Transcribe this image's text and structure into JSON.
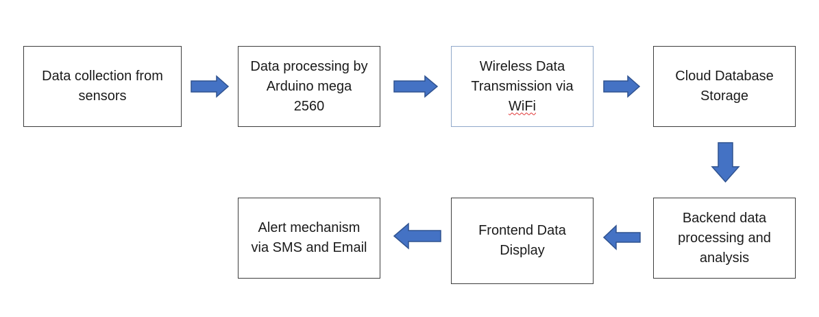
{
  "colors": {
    "arrow_fill": "#4472c4",
    "arrow_stroke": "#2f528f",
    "box_border": "#3b3b3b",
    "text": "#1a1a1a",
    "spellcheck_underline": "#e03030"
  },
  "nodes": {
    "sensors": {
      "label": "Data collection from\nsensors"
    },
    "arduino": {
      "label": "Data processing by\nArduino mega\n2560"
    },
    "wireless": {
      "label_before": "Wireless Data\nTransmission via\n",
      "label_flagged": "WiFi"
    },
    "cloud": {
      "label": "Cloud Database\nStorage"
    },
    "backend": {
      "label": "Backend data\nprocessing and\nanalysis"
    },
    "frontend": {
      "label": "Frontend Data\nDisplay"
    },
    "alert": {
      "label": "Alert mechanism\nvia SMS and Email"
    }
  },
  "edges": [
    {
      "from": "sensors",
      "to": "arduino",
      "direction": "right"
    },
    {
      "from": "arduino",
      "to": "wireless",
      "direction": "right"
    },
    {
      "from": "wireless",
      "to": "cloud",
      "direction": "right"
    },
    {
      "from": "cloud",
      "to": "backend",
      "direction": "down"
    },
    {
      "from": "backend",
      "to": "frontend",
      "direction": "left"
    },
    {
      "from": "frontend",
      "to": "alert",
      "direction": "left"
    }
  ]
}
